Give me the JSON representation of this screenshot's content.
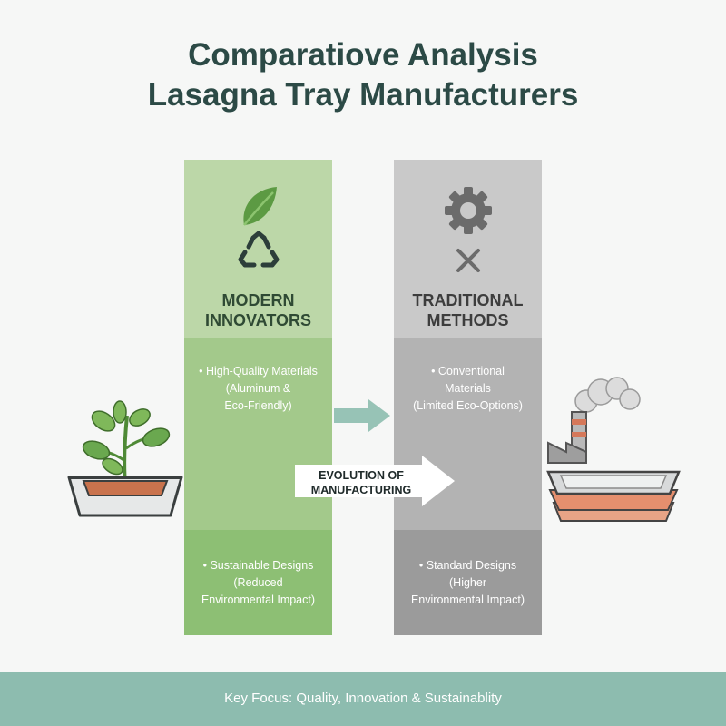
{
  "title": {
    "line1": "Comparatiove  Analysis",
    "line2": "Lasagna Tray Manufacturers"
  },
  "modern": {
    "heading": "MODERN\nINNOVATORS",
    "item1": "• High-Quality Materials\n(Aluminum &\nEco-Friendly)",
    "item2": "• Sustainable Designs\n(Reduced\nEnvironmental Impact)",
    "colors": {
      "top": "#bcd7a8",
      "mid": "#a3c98b",
      "bottom": "#8dbf74"
    },
    "icons": [
      "leaf-icon",
      "recycle-icon"
    ]
  },
  "traditional": {
    "heading": "TRADITIONAL\nMETHODS",
    "item1": "• Conventional\nMaterials\n(Limited Eco-Options)",
    "item2": "• Standard Designs\n(Higher\nEnvironmental Impact)",
    "colors": {
      "top": "#c9c9c9",
      "mid": "#b3b3b3",
      "bottom": "#9b9b9b"
    },
    "icons": [
      "gear-icon",
      "x-mark-icon"
    ]
  },
  "evolution_label": "EVOLUTION OF\nMANUFACTURING",
  "footer": {
    "text": "Key Focus: Quality, Innovation & Sustainablity"
  },
  "colors": {
    "title": "#2c4a46",
    "footer": "#8dbcaf",
    "arrow": "#8dbcaf"
  }
}
